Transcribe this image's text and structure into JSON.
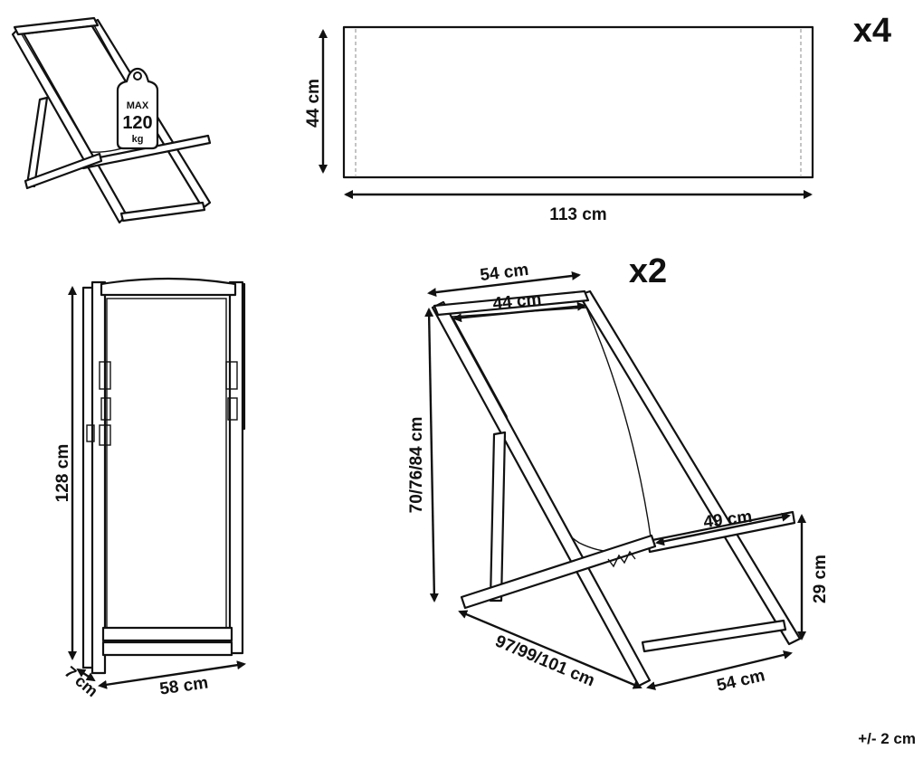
{
  "weight_icon": {
    "line1": "MAX",
    "line2": "120",
    "line3": "kg"
  },
  "fabric_panel": {
    "quantity": "x4",
    "height_label": "44 cm",
    "width_label": "113 cm"
  },
  "front_view": {
    "height_label": "128 cm",
    "width_label": "58 cm",
    "depth_label": "7 cm"
  },
  "side_view": {
    "quantity": "x2",
    "outer_width_label": "54 cm",
    "inner_width_label": "44 cm",
    "height_label": "70/76/84 cm",
    "seat_depth_label": "49 cm",
    "seat_height_label": "29 cm",
    "length_label": "97/99/101 cm",
    "base_width_label": "54 cm"
  },
  "tolerance_note": "+/- 2 cm",
  "icons": [
    "weight-icon"
  ],
  "colors": {
    "ink": "#111111",
    "background": "#ffffff",
    "dash": "#888888"
  }
}
